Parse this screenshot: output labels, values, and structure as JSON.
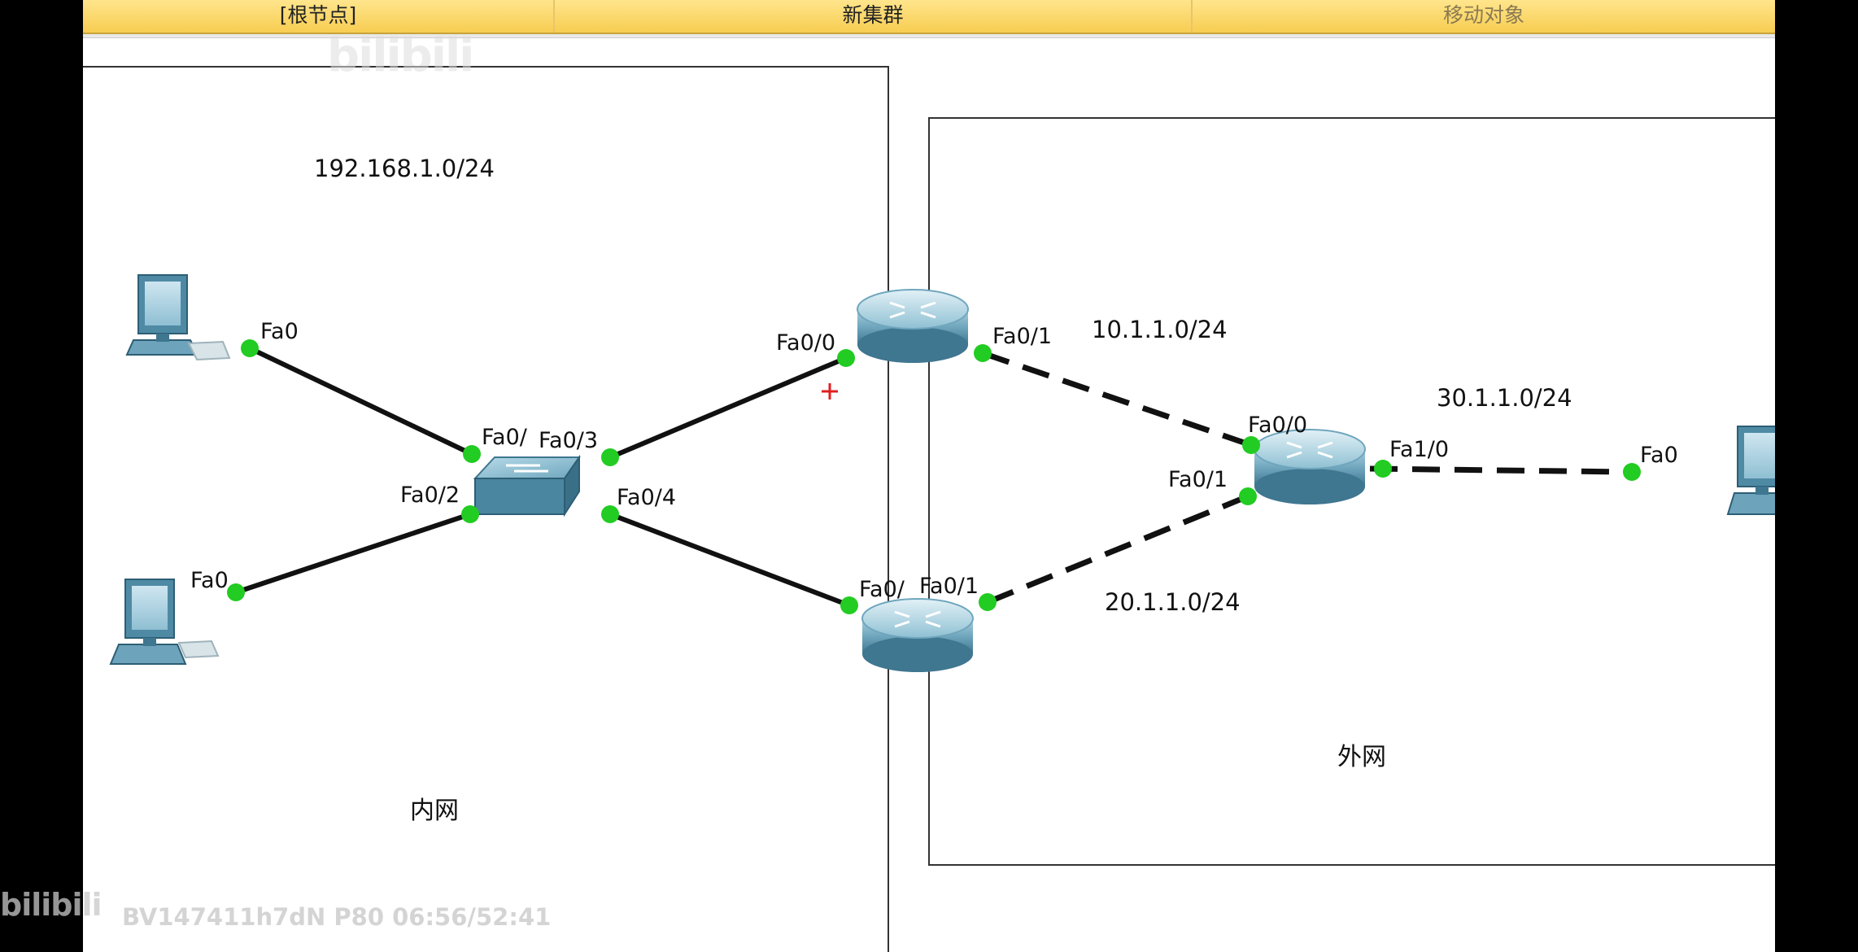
{
  "toolbar": {
    "root_label": "[根节点]",
    "new_cluster_label": "新集群",
    "move_object_label": "移动对象"
  },
  "zones": {
    "inner_label": "内网",
    "outer_label": "外网"
  },
  "networks": {
    "lan": "192.168.1.0/24",
    "r1_link": "10.1.1.0/24",
    "r2_link": "20.1.1.0/24",
    "r3_lan": "30.1.1.0/24"
  },
  "ports": {
    "pc1_fa0": "Fa0",
    "pc2_fa0": "Fa0",
    "pc3_fa0": "Fa0",
    "sw_fa01": "Fa0/",
    "sw_fa02": "Fa0/2",
    "sw_fa03": "Fa0/3",
    "sw_fa04": "Fa0/4",
    "r1_fa00": "Fa0/0",
    "r1_fa01": "Fa0/1",
    "r2_fa00": "Fa0/",
    "r2_fa01": "Fa0/1",
    "r3_fa00": "Fa0/0",
    "r3_fa01": "Fa0/1",
    "r3_fa10": "Fa1/0"
  },
  "overlay": {
    "watermark_top": "bilibili",
    "watermark_bottom": "bilibili",
    "video_info": "BV147411h7dN P80 06:56/52:41"
  },
  "colors": {
    "link_up": "#22cc22",
    "cable": "#111111",
    "device_blue": "#5f9ab3"
  }
}
